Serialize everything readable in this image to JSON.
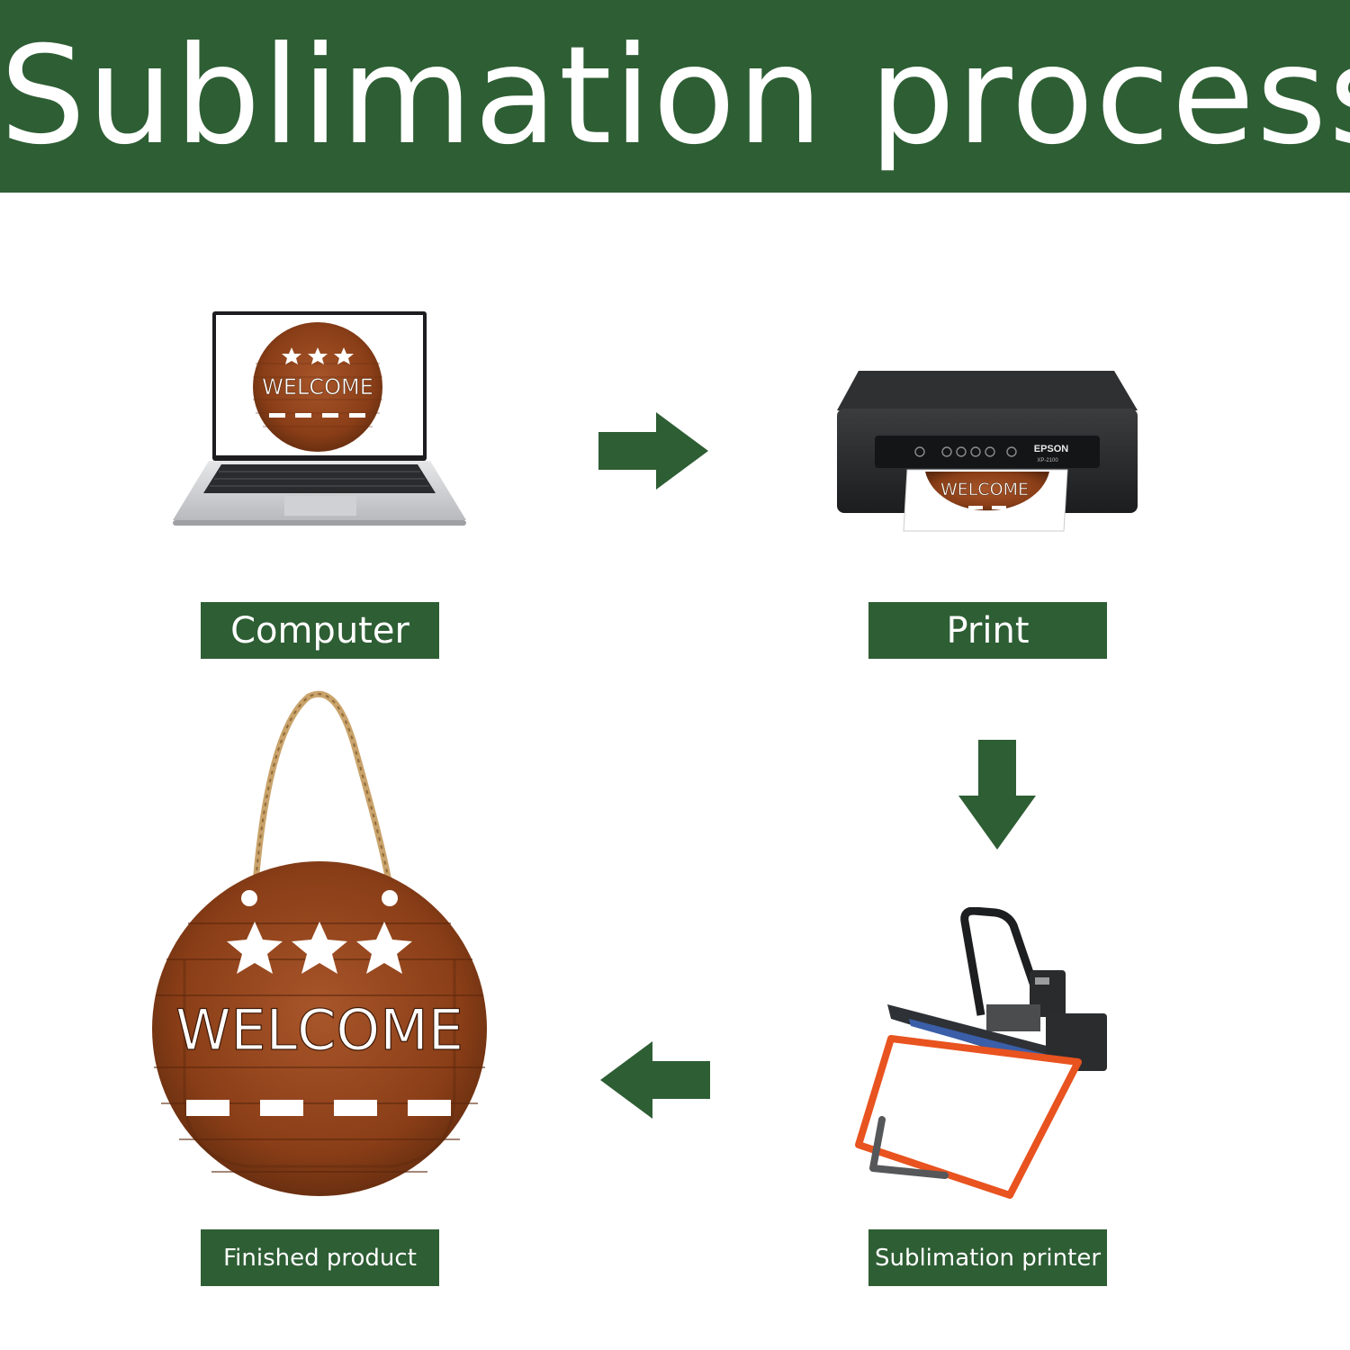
{
  "title": "Sublimation process",
  "colors": {
    "accent": "#2e5e34",
    "wood": "#8a3e17",
    "frame": "#e8531f"
  },
  "steps": [
    {
      "label": "Computer",
      "illustration": "laptop-icon",
      "sign_text": "WELCOME"
    },
    {
      "label": "Print",
      "illustration": "printer-icon",
      "brand": "EPSON",
      "model": "XP-2100",
      "sign_text": "WELCOME"
    },
    {
      "label": "Sublimation printer",
      "illustration": "heat-press-icon"
    },
    {
      "label": "Finished product",
      "illustration": "hanging-sign-icon",
      "sign_text": "WELCOME"
    }
  ],
  "arrows": [
    "arrow-right-icon",
    "arrow-down-icon",
    "arrow-left-icon"
  ]
}
